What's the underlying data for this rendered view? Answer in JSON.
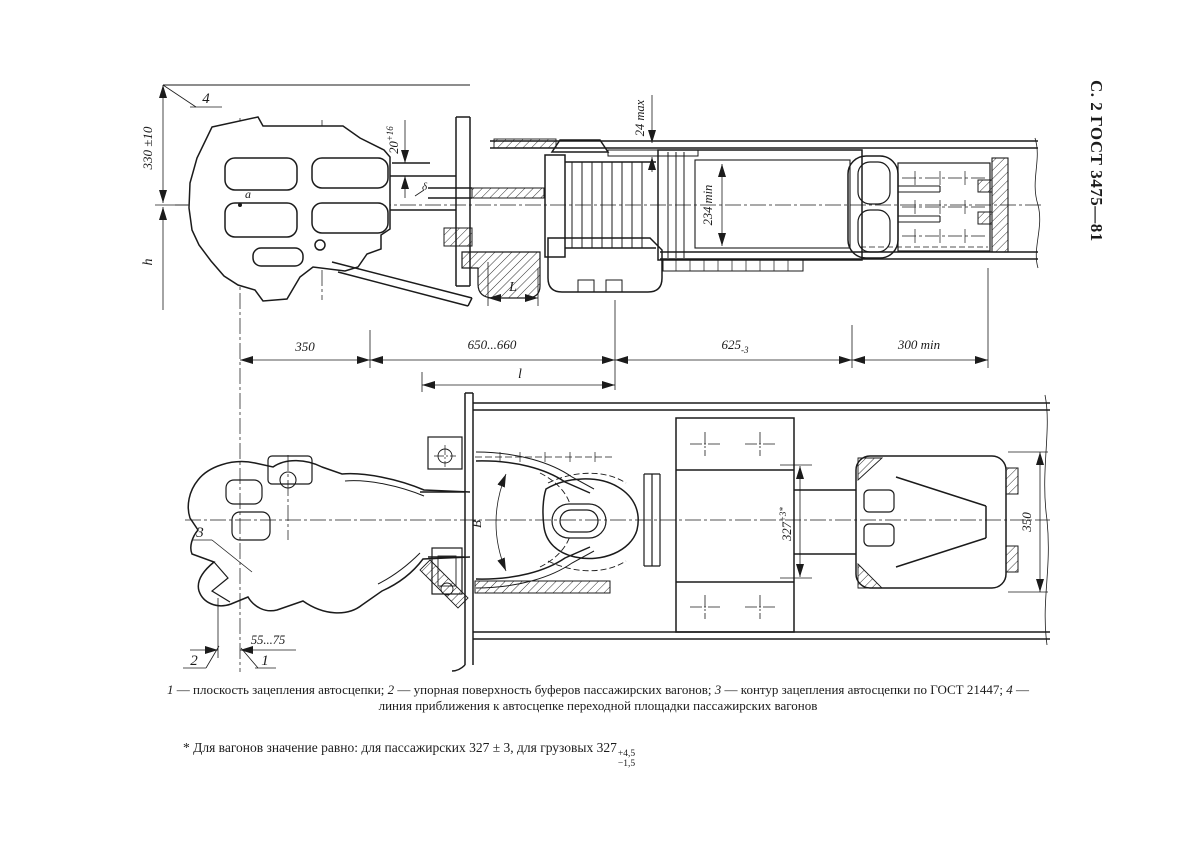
{
  "page": {
    "header": "С. 2 ГОСТ 3475—81"
  },
  "top_view": {
    "callout_4": "4",
    "dim_330": "330 ±10",
    "dim_h": "h",
    "point_a": "a",
    "dim_20_base": "20",
    "dim_20_sup": "+16",
    "label_delta": "δ",
    "dim_24_max": "24 max",
    "dim_234_min": "234 min",
    "dim_L": "L"
  },
  "dim_row": {
    "d_350": "350",
    "d_650_660": "650...660",
    "d_l": "l",
    "d_625_base": "625",
    "d_625_sub": "-3",
    "d_300_min": "300 min"
  },
  "bottom_view": {
    "callout_3": "3",
    "callout_2": "2",
    "callout_1": "1",
    "dim_55_75": "55...75",
    "label_v": "В",
    "dim_327_base": "327",
    "dim_327_sup": "+3*",
    "dim_350": "350"
  },
  "caption": {
    "items": [
      {
        "num": "1",
        "text": " — плоскость зацепления автосцепки; "
      },
      {
        "num": "2",
        "text": " — упорная поверхность буферов пассажирских вагонов; "
      },
      {
        "num": "3",
        "text": " — контур зацепления автосцепки по ГОСТ 21447; "
      },
      {
        "num": "4",
        "text": " — линия приближения к автосцепке переходной площадки пассажирских вагонов"
      }
    ]
  },
  "footnote": {
    "marker": "*",
    "lead": " Для вагонов значение равно: для пассажирских 327 ± 3, для грузовых ",
    "base": "327",
    "sup": "+4,5",
    "sub": "−1,5"
  }
}
